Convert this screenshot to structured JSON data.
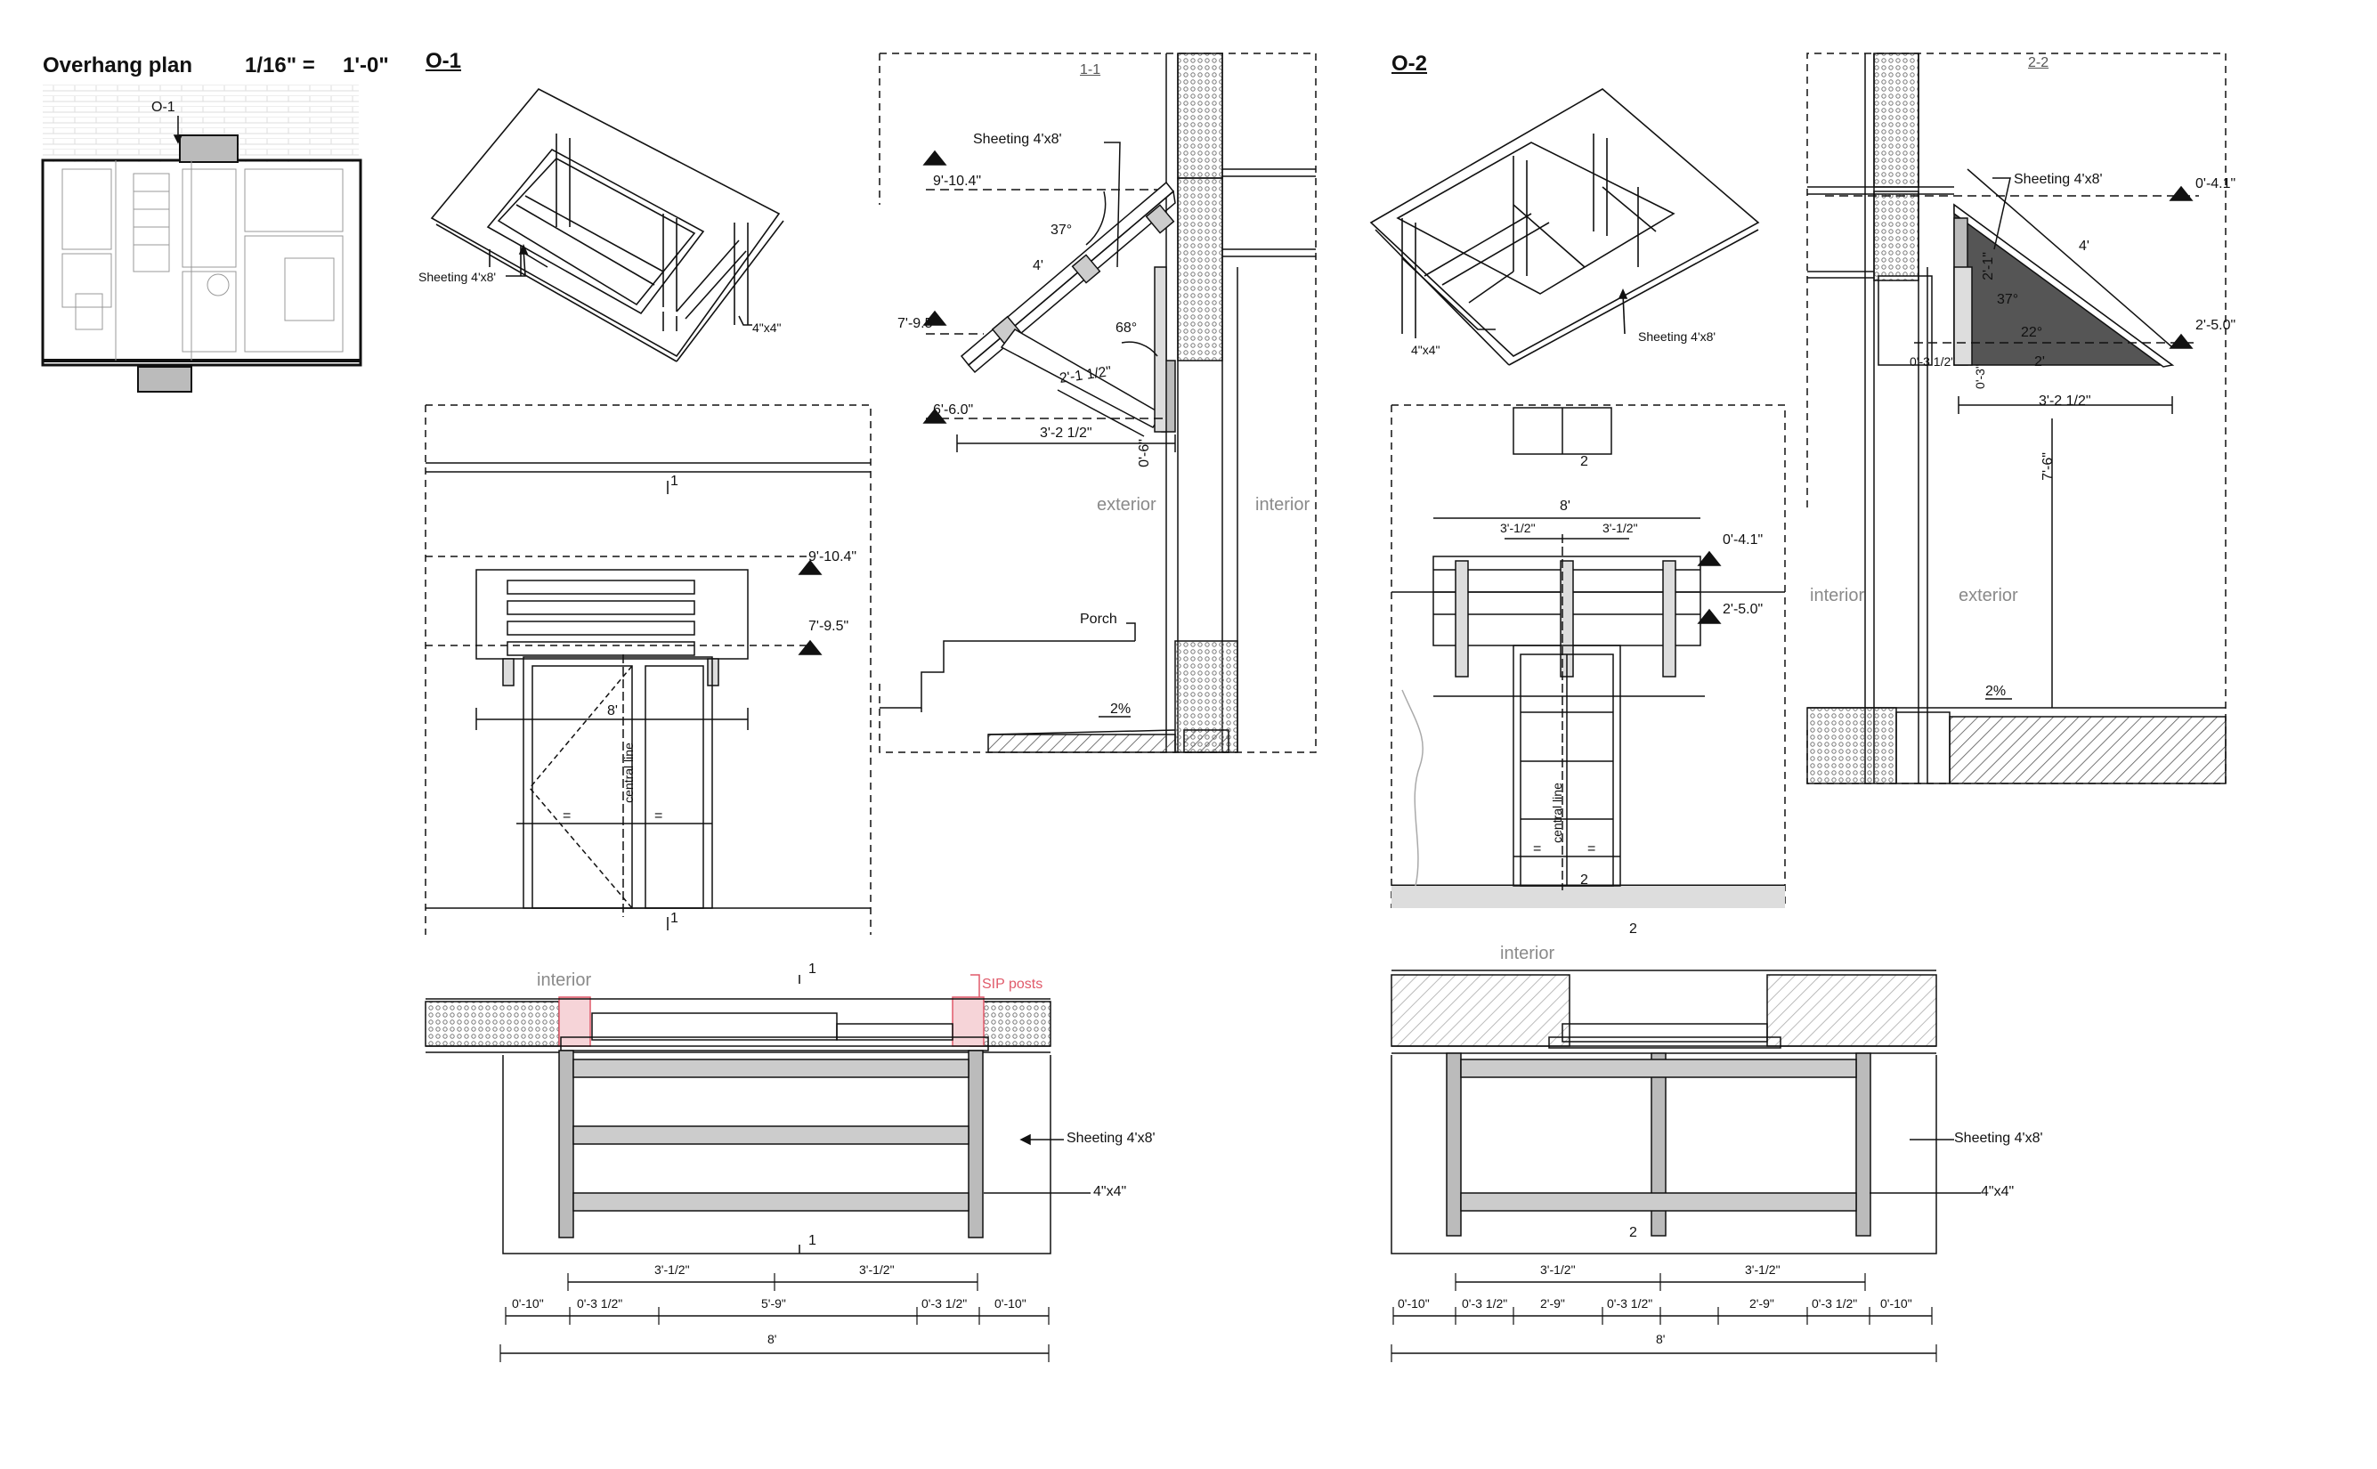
{
  "sheet": {
    "title": "Overhang plan",
    "scale_left": "1/16\" =",
    "scale_right": "1'-0\"",
    "o1_title": "O-1",
    "o2_title": "O-2",
    "section_11": "1-1",
    "section_22": "2-2",
    "plan_marker": "O-1"
  },
  "labels": {
    "sheeting": "Sheeting 4'x8'",
    "sheeting_alt": "Sheeting 4'x8'",
    "post": "4\"x4\"",
    "porch": "Porch",
    "exterior": "exterior",
    "interior": "interior",
    "central_line": "central line",
    "sip_posts": "SIP posts",
    "slope": "2%",
    "eq": "=",
    "section_mark_1": "1",
    "section_mark_2": "2"
  },
  "dims": {
    "el_9104": "9'-10.4\"",
    "el_795": "7'-9.5\"",
    "el_660": "6'-6.0\"",
    "el_041": "0'-4.1\"",
    "el_250": "2'-5.0\"",
    "ang_37": "37°",
    "ang_68": "68°",
    "ang_22": "22°",
    "len_4": "4'",
    "len_2112": "2'-1 1/2\"",
    "len_3212": "3'-2 1/2\"",
    "len_06": "0'-6\"",
    "len_21": "2'-1\"",
    "len_2": "2'",
    "len_03": "0'-3\"",
    "len_0312": "0'-3 1/2\"",
    "len_76": "7'-6\"",
    "w_8": "8'",
    "w_312": "3'-1/2\"",
    "w_010": "0'-10\"",
    "w_59": "5'-9\"",
    "w_29": "2'-9\""
  },
  "colors": {
    "line": "#111111",
    "hatch": "#555555",
    "fill_grey": "#c8c8c8",
    "fill_dark": "#555555",
    "sip_red": "#e05a6a"
  }
}
